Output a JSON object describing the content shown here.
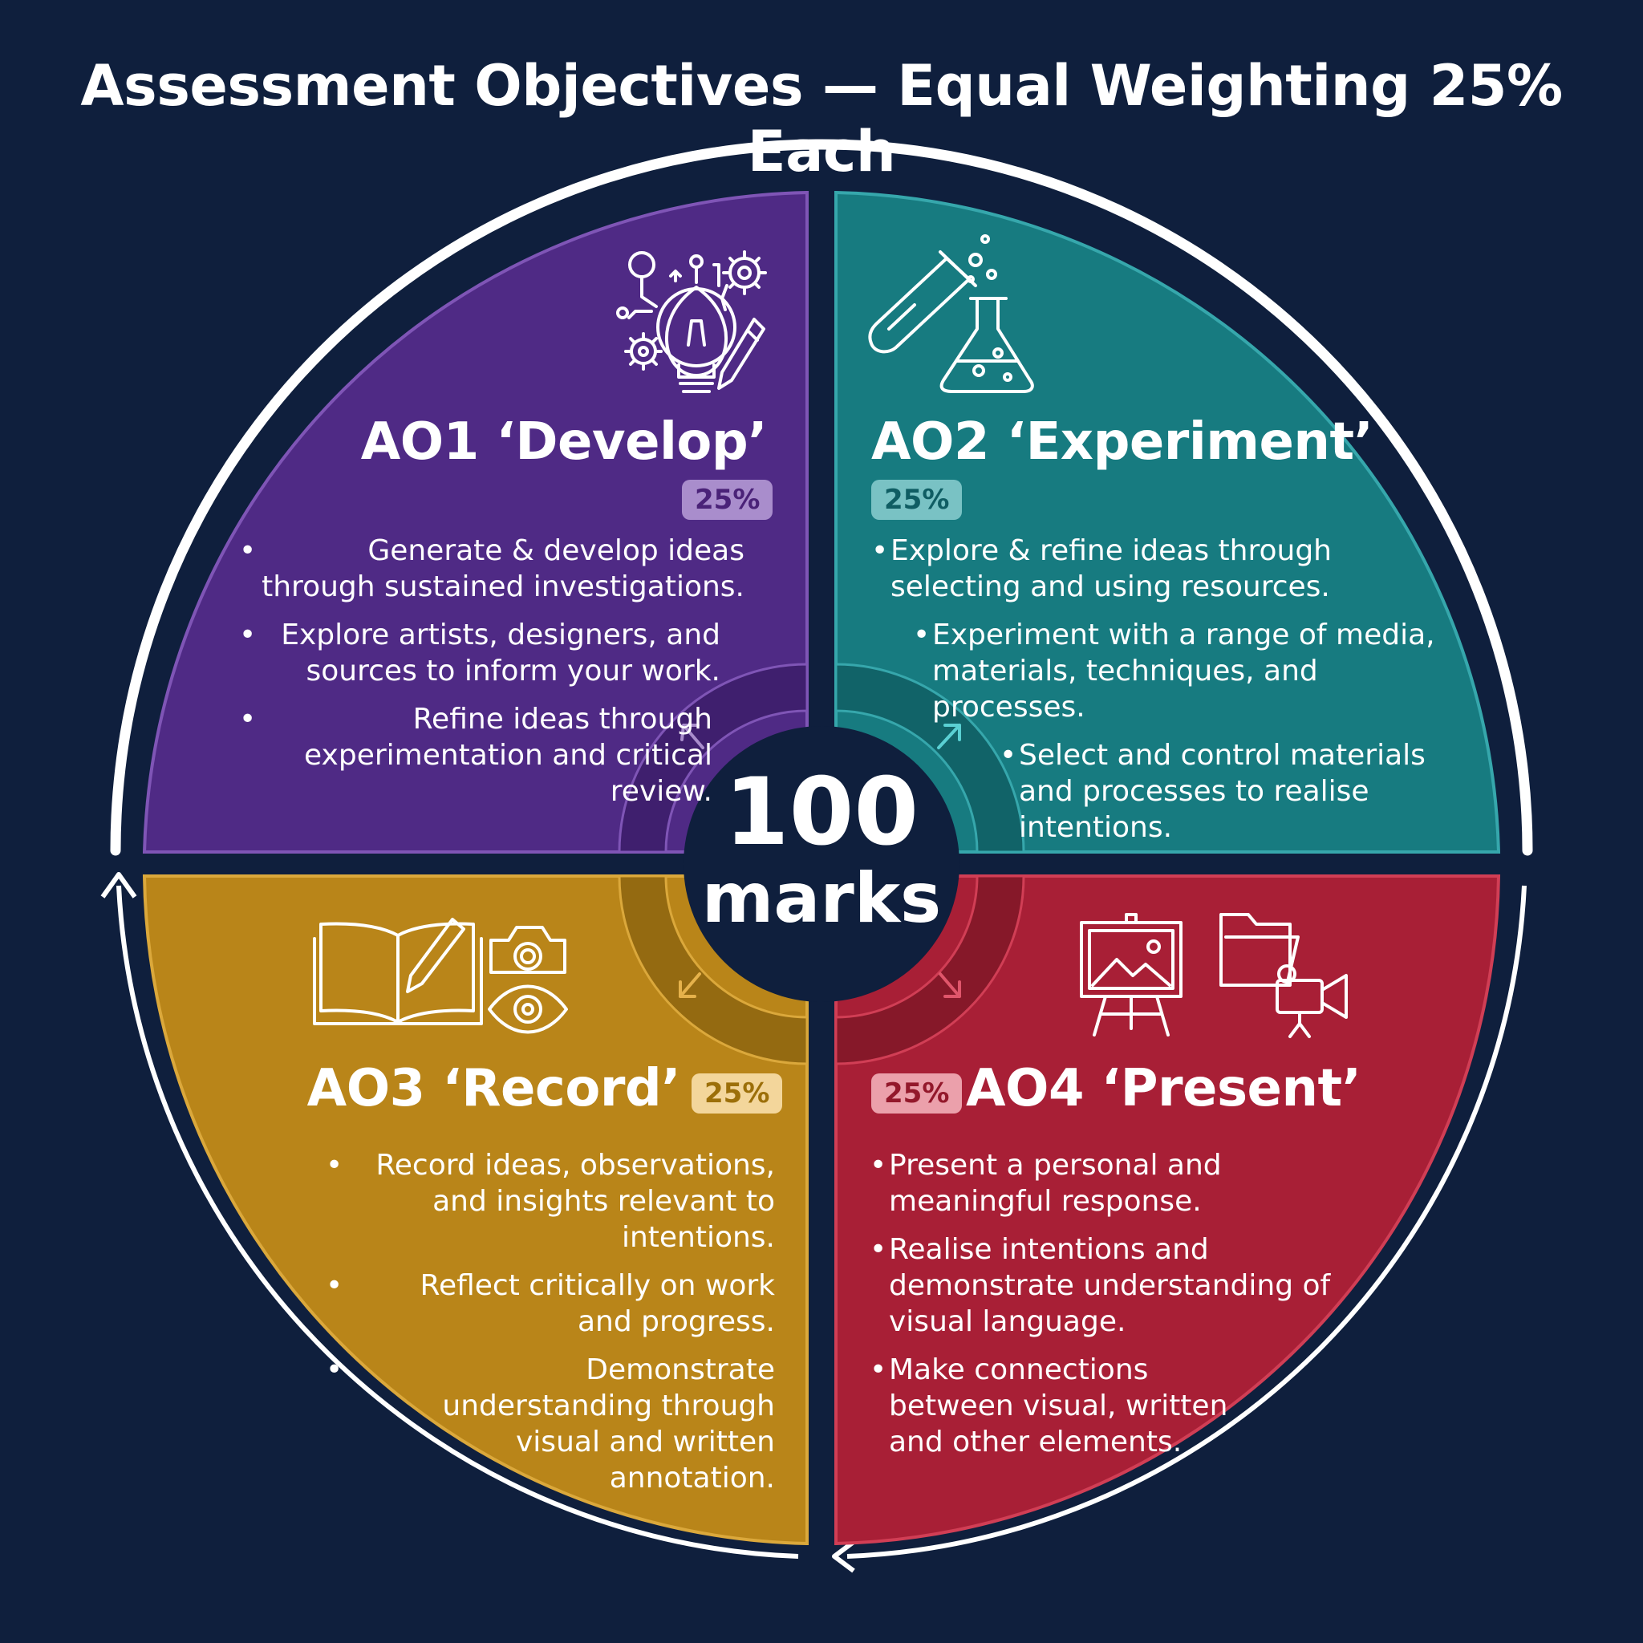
{
  "title": "Assessment Objectives — Equal Weighting 25% Each",
  "center": {
    "value": "100",
    "label": "marks"
  },
  "colors": {
    "background": "#0f1f3d",
    "ao1": "#4f2a85",
    "ao2": "#177b80",
    "ao3": "#b98519",
    "ao4": "#a81f36"
  },
  "objectives": [
    {
      "heading": "AO1 ‘Develop’",
      "weight": "25%",
      "icons": [
        "lightbulb-icon",
        "gear-icon",
        "pencil-icon"
      ],
      "bullets": [
        "Generate & develop ideas through sustained investigations.",
        "Explore artists, designers, and sources to inform your work.",
        "Refine ideas through experimentation and critical review."
      ]
    },
    {
      "heading": "AO2 ‘Experiment’",
      "weight": "25%",
      "icons": [
        "test-tube-icon",
        "flask-icon"
      ],
      "bullets": [
        "Explore & refine ideas through selecting and using resources.",
        "Experiment with a range of media, materials, techniques, and processes.",
        "Select and control materials and processes to realise intentions."
      ]
    },
    {
      "heading": "AO3 ‘Record’",
      "weight": "25%",
      "icons": [
        "sketchbook-icon",
        "camera-icon",
        "eye-icon"
      ],
      "bullets": [
        "Record ideas, observations, and insights relevant to intentions.",
        "Reflect critically on work and progress.",
        "Demonstrate understanding through visual and written annotation."
      ]
    },
    {
      "heading": "AO4 ‘Present’",
      "weight": "25%",
      "icons": [
        "easel-icon",
        "folder-icon",
        "video-camera-icon"
      ],
      "bullets": [
        "Present a personal and meaningful response.",
        "Realise intentions and demonstrate understanding of visual language.",
        "Make connections between visual, written and other elements."
      ]
    }
  ]
}
